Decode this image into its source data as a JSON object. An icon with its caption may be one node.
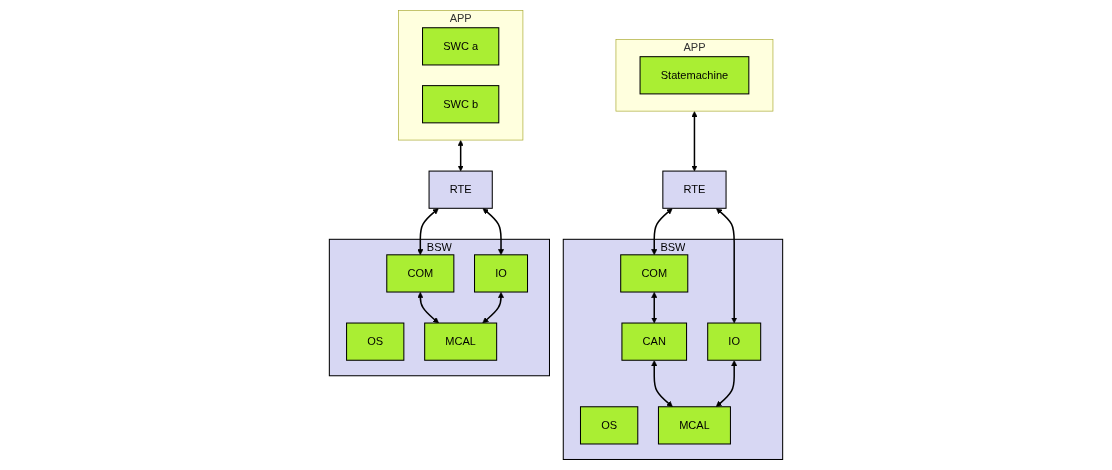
{
  "diagram": {
    "nodes": [
      {
        "text": [
          "APP"
        ]
      },
      {
        "text": [
          "SWC a"
        ],
        "in": 0
      },
      {
        "text": [
          "SWC b"
        ],
        "in": 0
      },
      {
        "text": [
          "RTE"
        ]
      },
      {
        "text": [
          "BSW"
        ]
      },
      {
        "text": [
          "OS"
        ],
        "in": 4
      },
      {
        "text": [
          "COM"
        ],
        "in": 4
      },
      {
        "text": [
          "IO"
        ],
        "in": 4
      },
      {
        "text": [
          "MCAL"
        ],
        "in": 4
      },
      {
        "text": [
          "APP"
        ]
      },
      {
        "text": [
          "Statemachine"
        ],
        "in": 9
      },
      {
        "text": [
          "RTE"
        ]
      },
      {
        "text": [
          "BSW"
        ]
      },
      {
        "text": [
          "OS"
        ],
        "in": 12
      },
      {
        "text": [
          "COM"
        ],
        "in": 12
      },
      {
        "text": [
          "IO"
        ],
        "in": 12
      },
      {
        "text": [
          "CAN"
        ],
        "in": 12
      },
      {
        "text": [
          "MCAL"
        ],
        "in": 12
      }
    ],
    "edges": [
      {
        "from": 0,
        "to": 3,
        "arrow": "both"
      },
      {
        "from": 3,
        "to": 6,
        "arrow": "both"
      },
      {
        "from": 3,
        "to": 7,
        "arrow": "both"
      },
      {
        "from": 6,
        "to": 8,
        "arrow": "both"
      },
      {
        "from": 7,
        "to": 8,
        "arrow": "both"
      },
      {
        "from": 9,
        "to": 11,
        "arrow": "both"
      },
      {
        "from": 11,
        "to": 14,
        "arrow": "both"
      },
      {
        "from": 11,
        "to": 15,
        "arrow": "both"
      },
      {
        "from": 14,
        "to": 16,
        "arrow": "both"
      },
      {
        "from": 16,
        "to": 17,
        "arrow": "both"
      },
      {
        "from": 15,
        "to": 17,
        "arrow": "both"
      }
    ]
  }
}
